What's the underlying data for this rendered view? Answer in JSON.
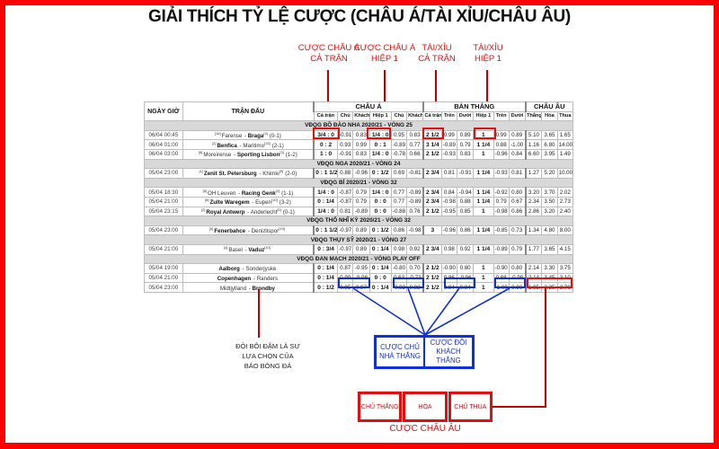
{
  "title": "GIẢI THÍCH TỶ LỆ CƯỢC (CHÂU Á/TÀI XỈU/CHÂU ÂU)",
  "callouts": [
    {
      "line1": "CƯỢC CHÂU Á",
      "line2": "CẢ TRẬN"
    },
    {
      "line1": "CƯỢC CHÂU Á",
      "line2": "HIỆP 1"
    },
    {
      "line1": "TÀI/XỈU",
      "line2": "CẢ TRẬN"
    },
    {
      "line1": "TÀI/XỈU",
      "line2": "HIỆP 1"
    }
  ],
  "table": {
    "headers": {
      "date": "NGÀY GIỜ",
      "match": "TRẬN ĐẤU",
      "asian": "CHÂU Á",
      "goals": "BÀN THẮNG",
      "euro": "CHÂU ÂU"
    },
    "subheaders": [
      "Cả trận",
      "Chủ",
      "Khách",
      "Hiệp 1",
      "Chủ",
      "Khách",
      "Cả trận",
      "Trên",
      "Dưới",
      "Hiệp 1",
      "Trên",
      "Dưới",
      "Thắng",
      "Hòa",
      "Thua"
    ],
    "leagues": [
      {
        "name": "VĐQG BỒ ĐÀO NHA 2020/21 - VÒNG 25",
        "matches": [
          {
            "date": "06/04 00:45",
            "home_rank": "[16]",
            "home": "Farense",
            "away_rank": "[4]",
            "away": "Braga",
            "score": "(0-1)",
            "bold": "away",
            "odds": [
              "3/4 : 0",
              "-0.91",
              "0.83",
              "1/4 : 0",
              "0.95",
              "0.83",
              "2 1/2",
              "0.99",
              "0.89",
              "1",
              "0.99",
              "0.89",
              "5.10",
              "3.65",
              "1.65"
            ]
          },
          {
            "date": "06/04 01:00",
            "home_rank": "[2]",
            "home": "Benfica",
            "away_rank": "[15]",
            "away": "Maritimo",
            "score": "(2-1)",
            "bold": "home",
            "odds": [
              "0 : 2",
              "0.93",
              "0.99",
              "0 : 1",
              "-0.89",
              "0.77",
              "3 1/4",
              "-0.89",
              "0.79",
              "1 1/4",
              "0.88",
              "-1.00",
              "1.16",
              "6.80",
              "14.00"
            ]
          },
          {
            "date": "06/04 03:00",
            "home_rank": "[8]",
            "home": "Moreirense",
            "away_rank": "[3]",
            "away": "Sporting Lisbon",
            "score": "(1-2)",
            "bold": "away",
            "odds": [
              "1 : 0",
              "-0.91",
              "0.83",
              "1/4 : 0",
              "-0.78",
              "0.66",
              "2 1/2",
              "-0.93",
              "0.83",
              "1",
              "-0.96",
              "0.84",
              "6.60",
              "3.95",
              "1.49"
            ]
          }
        ]
      },
      {
        "name": "VĐQG NGA 2020/21 - VÒNG 24",
        "matches": [
          {
            "date": "05/04 23:00",
            "home_rank": "[1]",
            "home": "Zenit St. Petersburg",
            "away_rank": "[9]",
            "away": "Khimki",
            "score": "(2-0)",
            "bold": "home",
            "odds": [
              "0 : 1 1/2",
              "0.88",
              "-0.96",
              "0 : 1/2",
              "0.69",
              "-0.81",
              "2 3/4",
              "0.81",
              "-0.91",
              "1 1/4",
              "-0.93",
              "0.81",
              "1.27",
              "5.20",
              "10.00"
            ]
          }
        ]
      },
      {
        "name": "VĐQG BỈ 2020/21 - VÒNG 32",
        "matches": [
          {
            "date": "05/04 18:30",
            "home_rank": "[6]",
            "home": "OH Leuven",
            "away_rank": "[2]",
            "away": "Racing Genk",
            "score": "(1-1)",
            "bold": "away",
            "odds": [
              "1/4 : 0",
              "-0.87",
              "0.79",
              "1/4 : 0",
              "0.77",
              "-0.89",
              "2 3/4",
              "0.84",
              "-0.94",
              "1 1/4",
              "-0.92",
              "0.80",
              "3.20",
              "3.70",
              "2.02"
            ]
          },
          {
            "date": "05/04 21:00",
            "home_rank": "[8]",
            "home": "Zulte Waregem",
            "away_rank": "[10]",
            "away": "Eupen",
            "score": "(3-2)",
            "bold": "home",
            "odds": [
              "0 : 1/4",
              "-0.87",
              "0.79",
              "0 : 0",
              "0.77",
              "-0.89",
              "2 3/4",
              "-0.98",
              "0.88",
              "1 1/4",
              "0.79",
              "0.67",
              "2.34",
              "3.50",
              "2.73"
            ]
          },
          {
            "date": "05/04 23:15",
            "home_rank": "[2]",
            "home": "Royal Antwerp",
            "away_rank": "[5]",
            "away": "Anderlecht",
            "score": "(0-1)",
            "bold": "home",
            "odds": [
              "1/4 : 0",
              "0.81",
              "-0.89",
              "0 : 0",
              "-0.88",
              "0.76",
              "2 1/2",
              "-0.95",
              "0.85",
              "1",
              "-0.98",
              "0.86",
              "2.86",
              "3.20",
              "2.40"
            ]
          }
        ]
      },
      {
        "name": "VĐQG THỔ NHĨ KỲ 2020/21 - VÒNG 32",
        "matches": [
          {
            "date": "05/04 23:00",
            "home_rank": "[4]",
            "home": "Fenerbahce",
            "away_rank": "[19]",
            "away": "Denizlispor",
            "score": "",
            "bold": "home",
            "odds": [
              "0 : 1 1/2",
              "-0.97",
              "0.89",
              "0 : 1/2",
              "0.86",
              "-0.98",
              "3",
              "-0.96",
              "0.86",
              "1 1/4",
              "-0.85",
              "0.73",
              "1.34",
              "4.80",
              "8.00"
            ]
          }
        ]
      },
      {
        "name": "VĐQG THỤY SỸ 2020/21 - VÒNG 27",
        "matches": [
          {
            "date": "05/04 21:00",
            "home_rank": "[4]",
            "home": "Basel",
            "away_rank": "[10]",
            "away": "Vaduz",
            "score": "",
            "bold": "away",
            "odds": [
              "0 : 3/4",
              "-0.97",
              "0.89",
              "0 : 1/4",
              "0.98",
              "0.92",
              "2 3/4",
              "0.98",
              "0.92",
              "1 1/4",
              "-0.89",
              "0.79",
              "1.77",
              "3.65",
              "4.15"
            ]
          }
        ]
      },
      {
        "name": "VĐQG ĐAN MẠCH 2020/21 - VÒNG PLAY OFF",
        "matches": [
          {
            "date": "05/04 19:00",
            "home_rank": "",
            "home": "Aalborg",
            "away_rank": "",
            "away": "Sonderjyske",
            "score": "",
            "bold": "home",
            "odds": [
              "0 : 1/4",
              "0.87",
              "-0.95",
              "0 : 1/4",
              "-0.80",
              "0.70",
              "2 1/2",
              "-0.90",
              "0.80",
              "1",
              "-0.90",
              "0.80",
              "2.14",
              "3.30",
              "3.75"
            ]
          },
          {
            "date": "05/04 21:00",
            "home_rank": "",
            "home": "Copenhagen",
            "away_rank": "",
            "away": "Randers",
            "score": "",
            "bold": "home",
            "odds": [
              "0 : 1/4",
              "0.90",
              "-0.98",
              "0 : 0",
              "0.63",
              "-0.73",
              "2 1/2",
              "0.86",
              "-0.96",
              "1",
              "0.88",
              "-0.98",
              "2.14",
              "3.45",
              "3.10"
            ]
          },
          {
            "date": "05/04 23:00",
            "home_rank": "",
            "home": "Midtjylland",
            "away_rank": "",
            "away": "Brondby",
            "score": "",
            "bold": "away",
            "odds": [
              "0 : 1/2",
              "0.95",
              "0.97",
              "0 : 1/4",
              "-0.92",
              "0.82",
              "2 1/2",
              "0.94",
              "0.84",
              "1",
              "-1.00",
              "0.90",
              "1.95",
              "3.35",
              "3.70"
            ]
          }
        ]
      }
    ]
  },
  "note": {
    "line1": "ĐỘI BÔI ĐẬM  LÀ SỰ",
    "line2": "LỰA CHỌN CỦA",
    "line3": "BÁO BÓNG ĐÁ"
  },
  "blue_legend": [
    {
      "line1": "CƯỢC CHỦ",
      "line2": "NHÀ THẮNG"
    },
    {
      "line1": "CƯỢC ĐỘI",
      "line2": "KHÁCH THẮNG"
    }
  ],
  "red_legend": {
    "items": [
      "CHỦ THẮNG",
      "HÒA",
      "CHỦ THUA"
    ],
    "label": "CƯỢC CHÂU ÂU"
  },
  "colors": {
    "frame": "#ff0000",
    "callout": "#e01010",
    "blue": "#1030e0",
    "league_bg": "#d8d8d8"
  }
}
